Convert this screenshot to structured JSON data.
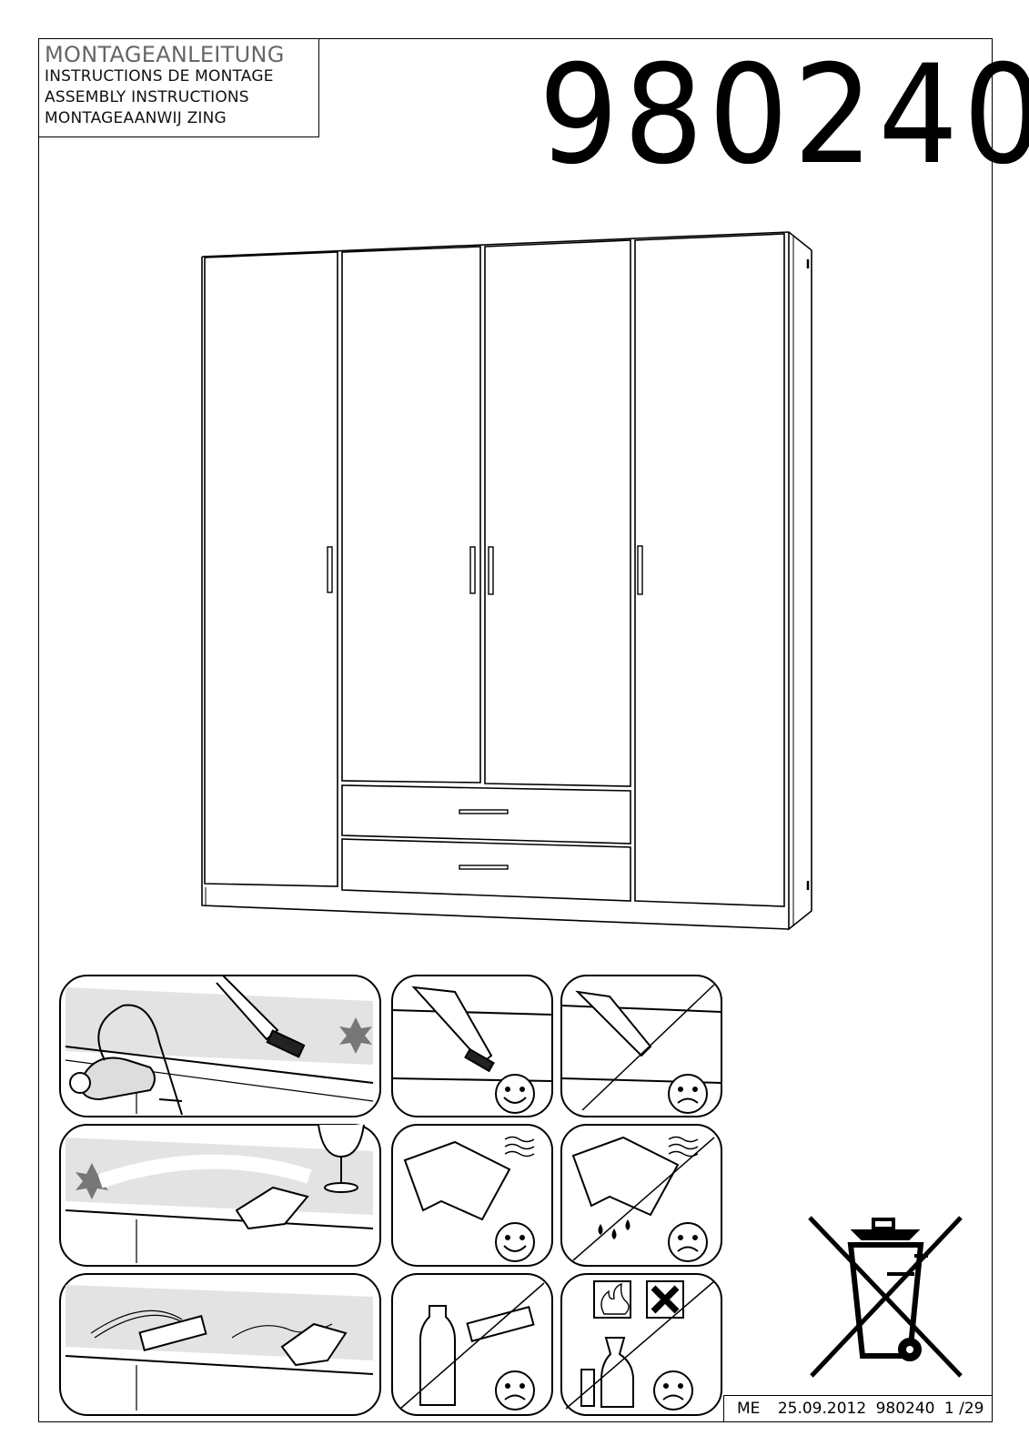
{
  "header": {
    "titles": [
      "MONTAGEANLEITUNG",
      "INSTRUCTIONS DE MONTAGE",
      "ASSEMBLY INSTRUCTIONS",
      "MONTAGEAANWIJ ZING"
    ],
    "model_number": "980240"
  },
  "illustrations": {
    "product": "wardrobe-4-doors-2-drawers",
    "care_panels": [
      {
        "row": 1,
        "col": 1,
        "icon": "vacuum-cleaner-icon"
      },
      {
        "row": 1,
        "col": 2,
        "icon": "soft-brush-nozzle-icon",
        "verdict": "happy-face-icon"
      },
      {
        "row": 1,
        "col": 3,
        "icon": "hard-nozzle-icon",
        "verdict": "sad-face-icon"
      },
      {
        "row": 2,
        "col": 1,
        "icon": "wipe-stain-cloth-icon"
      },
      {
        "row": 2,
        "col": 2,
        "icon": "damp-cloth-icon",
        "verdict": "happy-face-icon"
      },
      {
        "row": 2,
        "col": 3,
        "icon": "wet-cloth-icon",
        "verdict": "sad-face-icon"
      },
      {
        "row": 3,
        "col": 1,
        "icon": "polish-surface-icon"
      },
      {
        "row": 3,
        "col": 2,
        "icon": "cleaner-bottle-sponge-icon",
        "verdict": "sad-face-icon"
      },
      {
        "row": 3,
        "col": 3,
        "icon": "spray-chemicals-icon",
        "verdict": "sad-face-icon"
      }
    ],
    "recycling_symbol": "crossed-out-wheelie-bin-icon"
  },
  "footer": {
    "code": "ME",
    "date": "25.09.2012",
    "model": "980240",
    "page": "1 /29"
  }
}
